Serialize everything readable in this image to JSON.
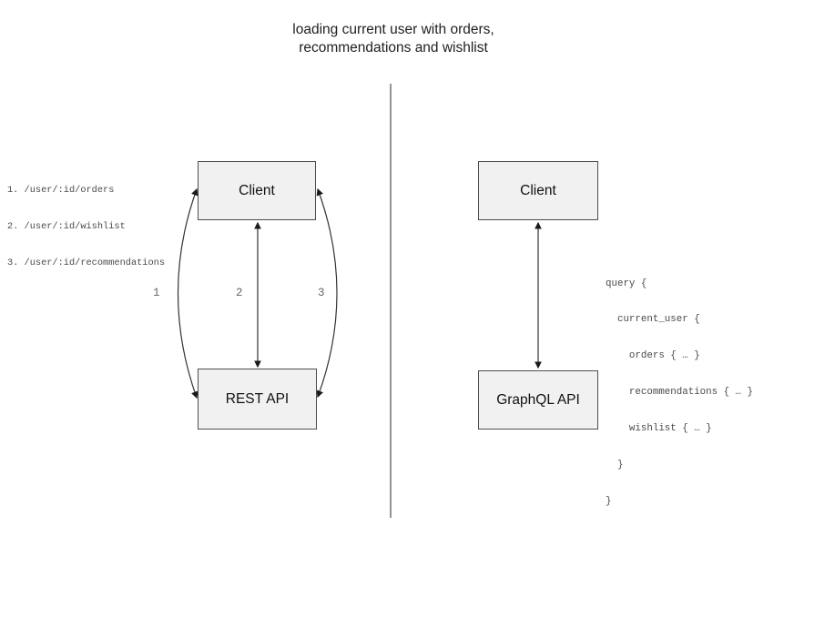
{
  "title": {
    "line1": "loading current user with orders,",
    "line2": "recommendations and wishlist"
  },
  "left_panel": {
    "endpoints": [
      "1. /user/:id/orders",
      "2. /user/:id/wishlist",
      "3. /user/:id/recommendations"
    ],
    "client_box": "Client",
    "api_box": "REST API",
    "arrow_labels": [
      "1",
      "2",
      "3"
    ]
  },
  "right_panel": {
    "client_box": "Client",
    "api_box": "GraphQL API",
    "query": [
      "query {",
      "  current_user {",
      "    orders { … }",
      "    recommendations { … }",
      "    wishlist { … }",
      "  }",
      "}"
    ]
  },
  "colors": {
    "box_fill": "#f1f1f1",
    "box_border": "#4d4d4d",
    "arrow_stroke": "#333333",
    "arrowhead_fill": "#1a1a1a",
    "divider": "#666666",
    "code_text": "#4a4a4a",
    "arrow_label_text": "#666666",
    "title_text": "#1f1f1f"
  }
}
